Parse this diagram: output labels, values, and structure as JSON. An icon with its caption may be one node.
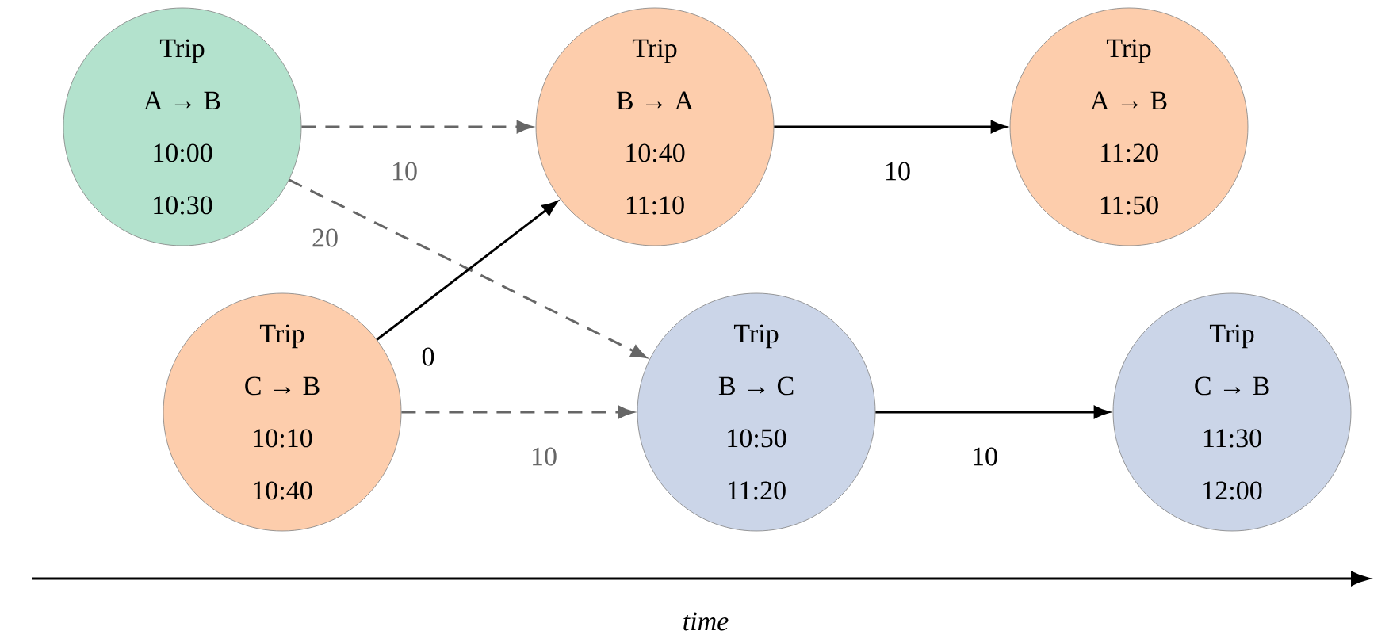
{
  "diagram": {
    "nodes": [
      {
        "text": [
          "Trip",
          "A → B",
          "10:00",
          "10:30"
        ]
      },
      {
        "text": [
          "Trip",
          "B → A",
          "10:40",
          "11:10"
        ]
      },
      {
        "text": [
          "Trip",
          "A → B",
          "11:20",
          "11:50"
        ]
      },
      {
        "text": [
          "Trip",
          "C → B",
          "10:10",
          "10:40"
        ]
      },
      {
        "text": [
          "Trip",
          "B → C",
          "10:50",
          "11:20"
        ]
      },
      {
        "text": [
          "Trip",
          "C → B",
          "11:30",
          "12:00"
        ]
      }
    ],
    "edges": [
      {
        "from": 0,
        "to": 1,
        "arrow": "to",
        "label": "10",
        "style": "dashed",
        "color": "#666666"
      },
      {
        "from": 0,
        "to": 4,
        "arrow": "to",
        "label": "20",
        "style": "dashed",
        "color": "#666666"
      },
      {
        "from": 3,
        "to": 1,
        "arrow": "to",
        "label": "0",
        "color": "#000000"
      },
      {
        "from": 3,
        "to": 4,
        "arrow": "to",
        "label": "10",
        "style": "dashed",
        "color": "#666666"
      },
      {
        "from": 1,
        "to": 2,
        "arrow": "to",
        "label": "10",
        "color": "#000000"
      },
      {
        "from": 4,
        "to": 5,
        "arrow": "to",
        "label": "10",
        "color": "#000000"
      }
    ],
    "labels": [
      "time"
    ]
  }
}
